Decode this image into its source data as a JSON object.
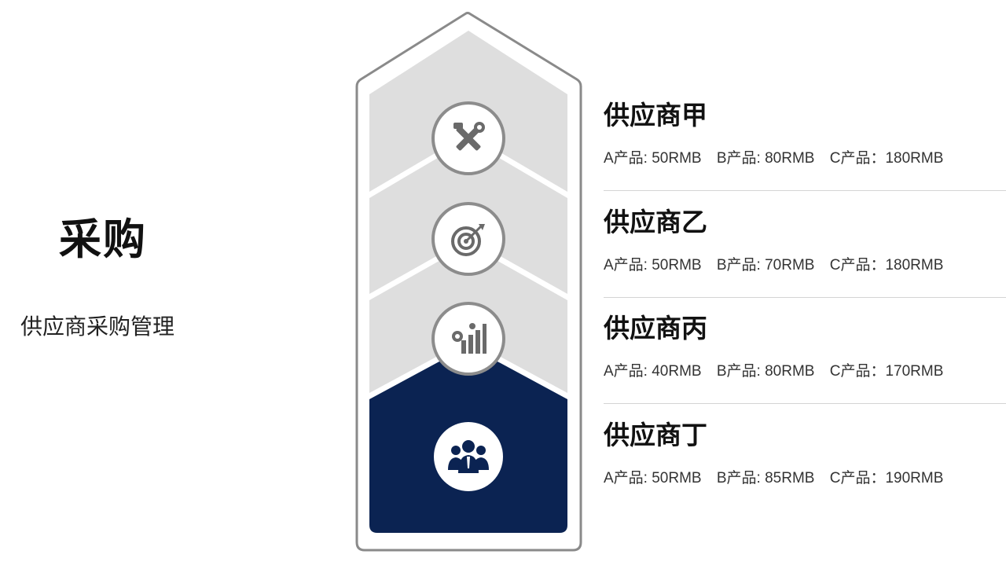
{
  "title": "采购",
  "subtitle": "供应商采购管理",
  "colors": {
    "accent": "#0b2352",
    "stage_fill": "#dedede",
    "outline": "#7a7a7a",
    "icon_gray": "#6a6a6a"
  },
  "stages": [
    {
      "icon": "tools-icon",
      "active": false
    },
    {
      "icon": "target-icon",
      "active": false
    },
    {
      "icon": "gear-chart-icon",
      "active": false
    },
    {
      "icon": "team-icon",
      "active": true
    }
  ],
  "suppliers": [
    {
      "name": "供应商甲",
      "prices": [
        "A产品: 50RMB",
        "B产品: 80RMB",
        "C产品：180RMB"
      ]
    },
    {
      "name": "供应商乙",
      "prices": [
        "A产品: 50RMB",
        "B产品: 70RMB",
        "C产品：180RMB"
      ]
    },
    {
      "name": "供应商丙",
      "prices": [
        "A产品: 40RMB",
        "B产品: 80RMB",
        "C产品：170RMB"
      ]
    },
    {
      "name": "供应商丁",
      "prices": [
        "A产品: 50RMB",
        "B产品: 85RMB",
        "C产品：190RMB"
      ]
    }
  ]
}
